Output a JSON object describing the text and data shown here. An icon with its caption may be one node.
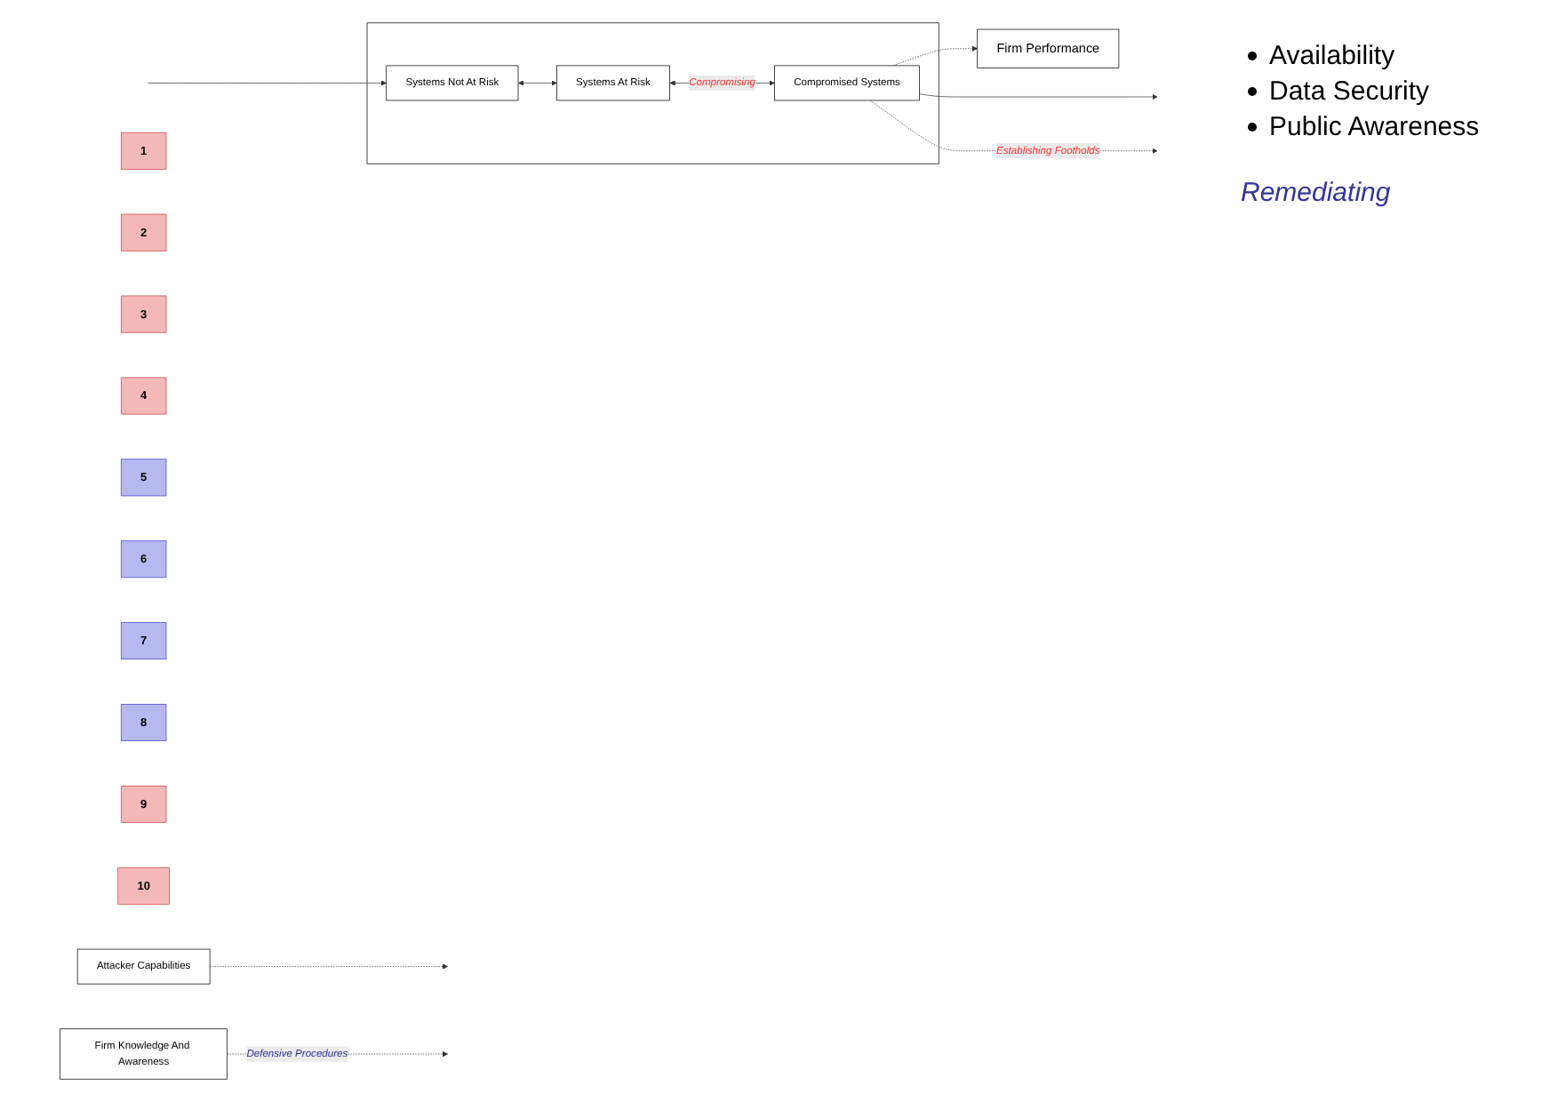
{
  "diagram": {
    "nodes": [
      {
        "text": [
          "Firm Performance"
        ]
      },
      {
        "text": [
          "Attacker Capabilities"
        ]
      },
      {
        "text": [],
        "shape": "box"
      },
      {
        "text": [
          "Systems Not At Risk"
        ],
        "in": 2
      },
      {
        "text": [
          "Systems At Risk"
        ],
        "in": 2
      },
      {
        "text": [
          "Compromised Systems"
        ],
        "in": 2
      },
      {
        "text": [
          "Firm Knowledge And Awareness"
        ]
      },
      {
        "text": [
          "1"
        ]
      },
      {
        "text": [
          "2"
        ]
      },
      {
        "text": [
          "3"
        ]
      },
      {
        "text": [
          "4"
        ]
      },
      {
        "text": [
          "5"
        ]
      },
      {
        "text": [
          "6"
        ]
      },
      {
        "text": [
          "7"
        ]
      },
      {
        "text": [
          "8"
        ]
      },
      {
        "text": [
          "9"
        ]
      },
      {
        "text": [
          "10"
        ]
      }
    ],
    "edges": [
      {
        "from": null,
        "to": 3,
        "arrow": "to"
      },
      {
        "from": 3,
        "to": 4,
        "arrow": "both"
      },
      {
        "from": 4,
        "to": 5,
        "arrow": "both",
        "label": "Compromising"
      },
      {
        "from": 5,
        "to": null,
        "arrow": "to"
      },
      {
        "from": 1,
        "to": null,
        "arrow": "to",
        "style": "dashed"
      },
      {
        "from": 5,
        "to": 0,
        "arrow": "to",
        "style": "dashed"
      },
      {
        "from": 5,
        "to": null,
        "arrow": "to",
        "style": "dashed",
        "label": "Establishing Footholds"
      },
      {
        "from": 6,
        "to": null,
        "arrow": "to",
        "style": "dashed",
        "label": "Defensive Procedures"
      }
    ],
    "labels": [
      "Availability",
      "Data Security",
      "Public Awareness",
      "Remediating"
    ]
  }
}
